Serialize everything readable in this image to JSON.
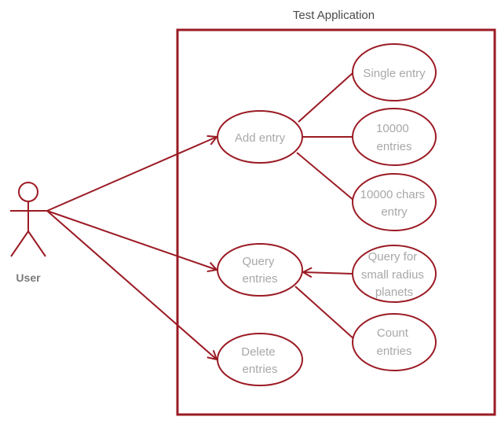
{
  "system": {
    "title": "Test Application"
  },
  "actor": {
    "label": "User"
  },
  "use_cases": {
    "add_entry": [
      "Add entry"
    ],
    "single_entry": [
      "Single entry"
    ],
    "entries_10000": [
      "10000",
      "entries"
    ],
    "chars_10000": [
      "10000 chars",
      "entry"
    ],
    "query_entries": [
      "Query",
      "entries"
    ],
    "query_small_radius": [
      "Query for",
      "small radius",
      "planets"
    ],
    "count_entries": [
      "Count",
      "entries"
    ],
    "delete_entries": [
      "Delete",
      "entries"
    ]
  },
  "colors": {
    "stroke": "#9b1b24",
    "text": "#a8a8a8",
    "title": "#4a4a4a"
  }
}
